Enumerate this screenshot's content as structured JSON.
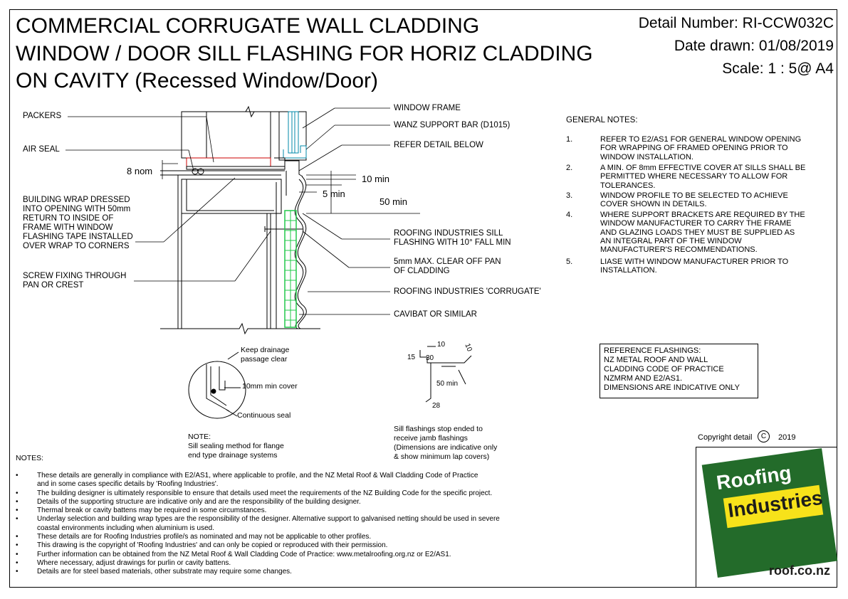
{
  "title": {
    "line1": "COMMERCIAL CORRUGATE WALL CLADDING",
    "line2": "WINDOW / DOOR SILL FLASHING FOR HORIZ CLADDING",
    "line3": "ON CAVITY (Recessed Window/Door)"
  },
  "header": {
    "detail_number": "Detail Number:  RI-CCW032C",
    "date_drawn": "Date drawn:  01/08/2019",
    "scale": "Scale:    1 : 5@ A4"
  },
  "left_labels": {
    "packers": "PACKERS",
    "air_seal": "AIR SEAL",
    "nom": "8 nom",
    "building_wrap": [
      "BUILDING WRAP DRESSED",
      "INTO OPENING WITH 50mm",
      "RETURN TO INSIDE OF",
      "FRAME WITH WINDOW",
      "FLASHING TAPE INSTALLED",
      "OVER WRAP TO CORNERS"
    ],
    "screw": [
      "SCREW FIXING THROUGH",
      "PAN OR CREST"
    ]
  },
  "right_labels": {
    "window_frame": "WINDOW FRAME",
    "support_bar": "WANZ SUPPORT BAR (D1015)",
    "refer_below": "REFER DETAIL BELOW",
    "sill_flashing": [
      "ROOFING INDUSTRIES SILL",
      "FLASHING WITH 10° FALL MIN"
    ],
    "clear_off": [
      "5mm MAX. CLEAR OFF PAN",
      "OF CLADDING"
    ],
    "corrugate": "ROOFING INDUSTRIES 'CORRUGATE'",
    "cavibat": "CAVIBAT OR SIMILAR"
  },
  "dims": {
    "ten_min": "10 min",
    "five_min": "5 min",
    "fifty_min": "50 min"
  },
  "general_notes": {
    "heading": "GENERAL NOTES:",
    "items": [
      {
        "num": "1.",
        "lines": [
          "REFER TO E2/AS1 FOR GENERAL WINDOW OPENING",
          "FOR WRAPPING OF FRAMED OPENING PRIOR TO",
          "WINDOW INSTALLATION."
        ]
      },
      {
        "num": "2.",
        "lines": [
          "A MIN. OF 8mm EFFECTIVE COVER AT SILLS SHALL BE",
          "PERMITTED WHERE NECESSARY TO ALLOW FOR",
          "TOLERANCES."
        ]
      },
      {
        "num": "3.",
        "lines": [
          "WINDOW PROFILE TO BE SELECTED TO ACHIEVE",
          "COVER SHOWN IN DETAILS."
        ]
      },
      {
        "num": "4.",
        "lines": [
          "WHERE SUPPORT BRACKETS ARE REQUIRED BY THE",
          "WINDOW MANUFACTURER TO CARRY THE FRAME",
          "AND GLAZING LOADS THEY MUST BE SUPPLIED AS",
          "AN INTEGRAL PART OF THE WINDOW",
          "MANUFACTURER'S RECOMMENDATIONS."
        ]
      },
      {
        "num": "5.",
        "lines": [
          "LIASE WITH WINDOW MANUFACTURER PRIOR TO",
          "INSTALLATION."
        ]
      }
    ]
  },
  "reference": {
    "lines": [
      "REFERENCE FLASHINGS:",
      "NZ METAL ROOF AND WALL",
      "CLADDING CODE OF PRACTICE",
      "NZMRM AND E2/AS1.",
      "DIMENSIONS ARE INDICATIVE ONLY"
    ]
  },
  "detail_small": {
    "keep": [
      "Keep drainage",
      "passage clear"
    ],
    "cover": "10mm min cover",
    "seal": "Continuous seal",
    "note": [
      "NOTE:",
      "Sill sealing method for flange",
      "end type drainage systems"
    ]
  },
  "profile": {
    "d10": "10",
    "d15": "15",
    "d30": "30",
    "d50": "50 min",
    "d28": "28",
    "d10b": "10",
    "caption": [
      "Sill flashings stop ended to",
      "receive jamb flashings",
      "(Dimensions are indicative only",
      "& show minimum lap covers)"
    ]
  },
  "notes": {
    "heading": "NOTES:",
    "items": [
      [
        "These details are generally in compliance with E2/AS1, where applicable to profile, and the NZ Metal Roof & Wall Cladding Code of Practice",
        "and in some cases specific details by 'Roofing Industries'."
      ],
      [
        "The building designer is ultimately responsible to ensure that details used meet the requirements of the NZ Building Code for the specific project."
      ],
      [
        "Details of the supporting structure are indicative only and are the responsibility of the building designer."
      ],
      [
        "Thermal break or cavity battens may be required in some circumstances."
      ],
      [
        "Underlay selection and building wrap types are the responsibility of the designer. Alternative support to galvanised netting should be used in severe",
        "coastal environments including when aluminium is used."
      ],
      [
        "These details are for Roofing Industries profile/s as nominated and may not be applicable to other profiles."
      ],
      [
        "This drawing is the copyright of 'Roofing Industries' and can only be copied or reproduced with their permission."
      ],
      [
        "Further information can be obtained from the NZ Metal Roof & Wall Cladding Code of Practice:  www.metalroofing.org.nz or E2/AS1."
      ],
      [
        "Where necessary, adjust drawings for purlin or cavity battens."
      ],
      [
        "Details are for steel based materials, other substrate may require some changes."
      ]
    ]
  },
  "copyright": {
    "text": "Copyright detail",
    "symbol": "C",
    "year": "2019"
  },
  "logo": {
    "word1": "Roofing",
    "word2": "Industries",
    "url": "roof.co.nz",
    "green": "#236b2a",
    "yellow": "#f7e21a"
  },
  "colors": {
    "cavibat": "#22c84a",
    "packer": "#cc0000",
    "glazing": "#00a0c8"
  }
}
